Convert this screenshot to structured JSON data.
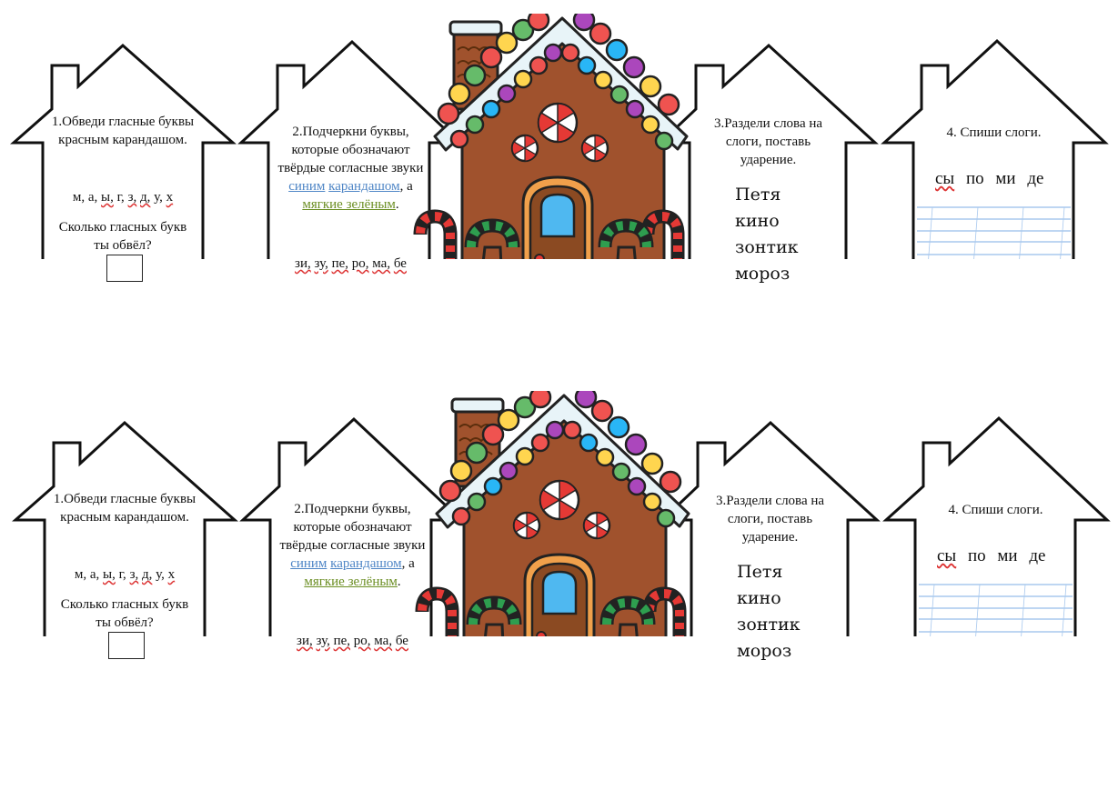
{
  "cards": [
    {
      "task1": {
        "instruction": "1.Обведи гласные буквы красным карандашом.",
        "letters": [
          "м,",
          "а,",
          "ы,",
          "г,",
          "з,",
          "д,",
          "у,",
          "х"
        ],
        "question": "Сколько гласных букв ты обвёл?"
      },
      "task2": {
        "line1": "2.Подчеркни буквы, которые обозначают твёрдые согласные звуки",
        "blue_word1": "синим",
        "blue_word2": "карандашом",
        "comma_a": ", а",
        "green_words": "мягкие зелёным",
        "period": ".",
        "syllables": [
          "зи,",
          "зу,",
          "пе,",
          "ро,",
          "ма,",
          "бе"
        ]
      },
      "task3": {
        "instruction": "3.Раздели слова на слоги, поставь ударение.",
        "words": [
          "Петя",
          "кино",
          "зонтик",
          "мороз"
        ]
      },
      "task4": {
        "instruction": "4. Спиши слоги.",
        "syllables": [
          "сы",
          "по",
          "ми",
          "де"
        ]
      }
    },
    {
      "task1": {
        "instruction": "1.Обведи гласные буквы красным карандашом.",
        "letters": [
          "м,",
          "а,",
          "ы,",
          "г,",
          "з,",
          "д,",
          "у,",
          "х"
        ],
        "question": "Сколько гласных букв ты обвёл?"
      },
      "task2": {
        "line1": "2.Подчеркни буквы, которые обозначают твёрдые согласные звуки",
        "blue_word1": "синим",
        "blue_word2": "карандашом",
        "comma_a": ", а",
        "green_words": "мягкие зелёным",
        "period": ".",
        "syllables": [
          "зи,",
          "зу,",
          "пе,",
          "ро,",
          "ма,",
          "бе"
        ]
      },
      "task3": {
        "instruction": "3.Раздели слова на слоги, поставь ударение.",
        "words": [
          "Петя",
          "кино",
          "зонтик",
          "мороз"
        ]
      },
      "task4": {
        "instruction": "4. Спиши слоги.",
        "syllables": [
          "сы",
          "по",
          "ми",
          "де"
        ]
      }
    }
  ],
  "icons": [
    "gingerbread-house-icon",
    "candy-cane-icon",
    "peppermint-icon"
  ],
  "colors": {
    "outline": "#111111",
    "lines": "#a8c8ee",
    "gingerbread": "#a0522d",
    "door": "#8b4a22",
    "window": "#4fb8f0",
    "blue_text": "#4f86c6",
    "green_text": "#6b8e23"
  }
}
